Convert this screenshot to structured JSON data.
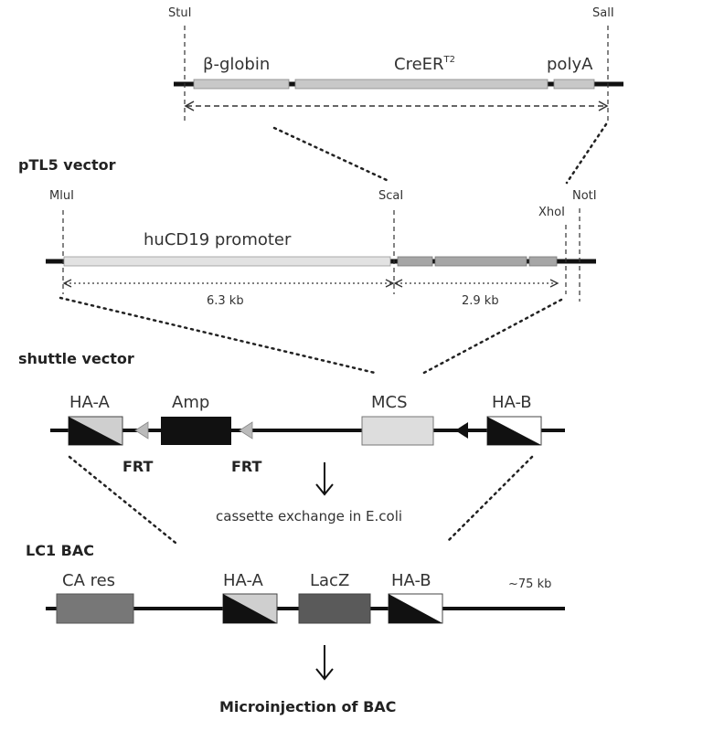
{
  "insert": {
    "sites": {
      "left": "StuI",
      "right": "SalI"
    },
    "segments": {
      "globin": "β-globin",
      "cre": "CreER",
      "cre_sup": "T2",
      "polya": "polyA"
    }
  },
  "ptl5": {
    "title": "pTL5 vector",
    "sites": {
      "mlu": "MluI",
      "sca": "ScaI",
      "xho": "XhoI",
      "not": "NotI"
    },
    "promoter": "huCD19 promoter",
    "sizes": {
      "left": "6.3 kb",
      "right": "2.9 kb"
    }
  },
  "shuttle": {
    "title": "shuttle vector",
    "labels": {
      "ha_a": "HA-A",
      "amp": "Amp",
      "mcs": "MCS",
      "ha_b": "HA-B",
      "frt1": "FRT",
      "frt2": "FRT"
    }
  },
  "step1": "cassette exchange in E.coli",
  "bac": {
    "title": "LC1 BAC",
    "labels": {
      "ca": "CA res",
      "ha_a": "HA-A",
      "lacz": "LacZ",
      "ha_b": "HA-B",
      "size": "~75 kb"
    }
  },
  "step2": "Microinjection of BAC"
}
